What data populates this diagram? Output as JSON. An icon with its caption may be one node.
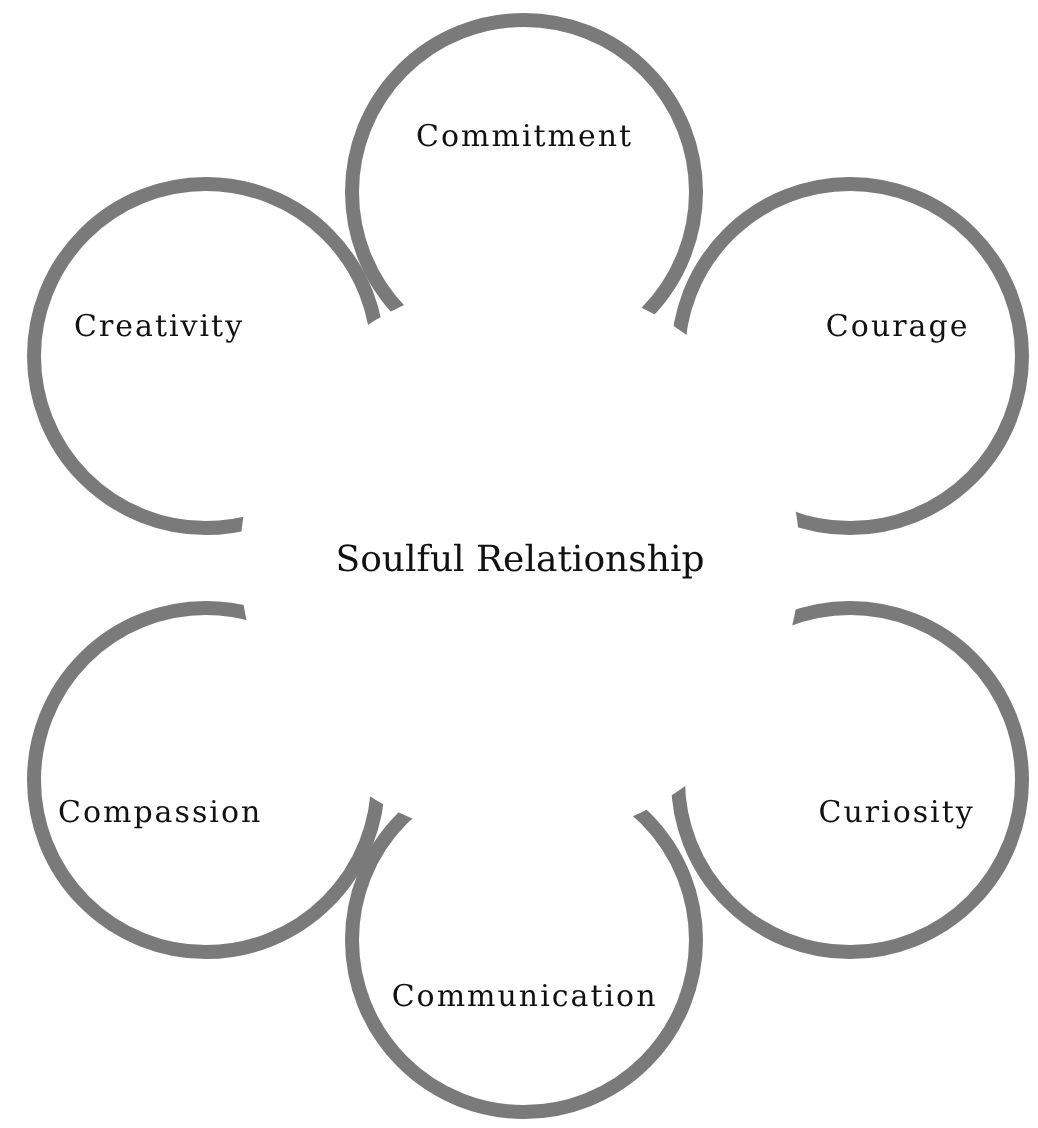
{
  "diagram": {
    "nodes": [
      {
        "text": [
          "Soulful Relationship"
        ]
      },
      {
        "text": [
          "Commitment"
        ]
      },
      {
        "text": [
          "Creativity"
        ]
      },
      {
        "text": [
          "Courage"
        ]
      },
      {
        "text": [
          "Compassion"
        ]
      },
      {
        "text": [
          "Curiosity"
        ]
      },
      {
        "text": [
          "Communication"
        ]
      }
    ],
    "edges": []
  }
}
